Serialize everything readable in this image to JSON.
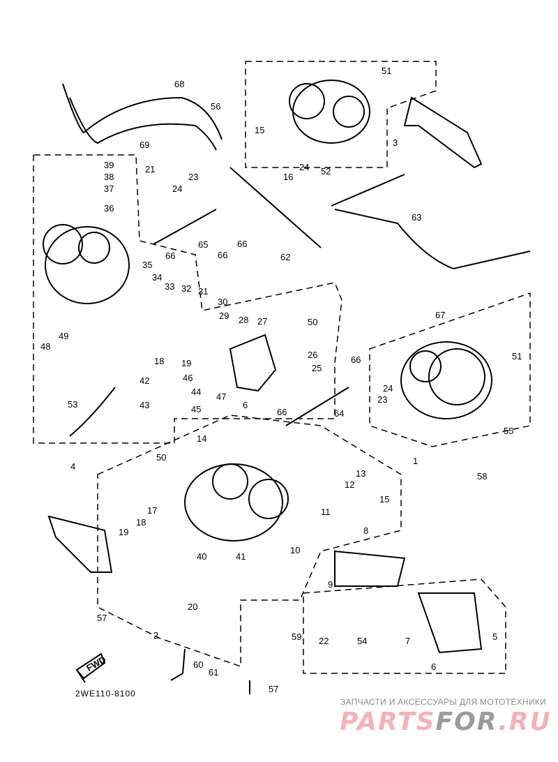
{
  "diagram": {
    "drawing_code": "2WE110-8100",
    "fwd_arrow_text": "FWD",
    "callouts": [
      "68",
      "56",
      "69",
      "51",
      "15",
      "3",
      "24",
      "52",
      "16",
      "39",
      "38",
      "37",
      "36",
      "21",
      "24",
      "23",
      "63",
      "65",
      "66",
      "66",
      "66",
      "62",
      "35",
      "34",
      "33",
      "32",
      "31",
      "30",
      "29",
      "28",
      "27",
      "50",
      "67",
      "51",
      "48",
      "49",
      "18",
      "19",
      "26",
      "25",
      "66",
      "42",
      "46",
      "44",
      "47",
      "6",
      "23",
      "24",
      "43",
      "45",
      "53",
      "66",
      "64",
      "55",
      "4",
      "14",
      "50",
      "1",
      "13",
      "58",
      "12",
      "15",
      "17",
      "11",
      "8",
      "19",
      "18",
      "40",
      "41",
      "10",
      "9",
      "20",
      "57",
      "2",
      "22",
      "59",
      "54",
      "7",
      "5",
      "6",
      "60",
      "61",
      "57"
    ]
  },
  "watermark": {
    "subtitle": "ЗАПЧАСТИ И АКСЕССУАРЫ ДЛЯ МОТОТЕХНИКИ",
    "logo_part1": "PARTS",
    "logo_part2": "FOR",
    "logo_part3": ".RU",
    "colors": {
      "pink": "#f2b3b8",
      "grey": "#9b9b9b"
    }
  }
}
